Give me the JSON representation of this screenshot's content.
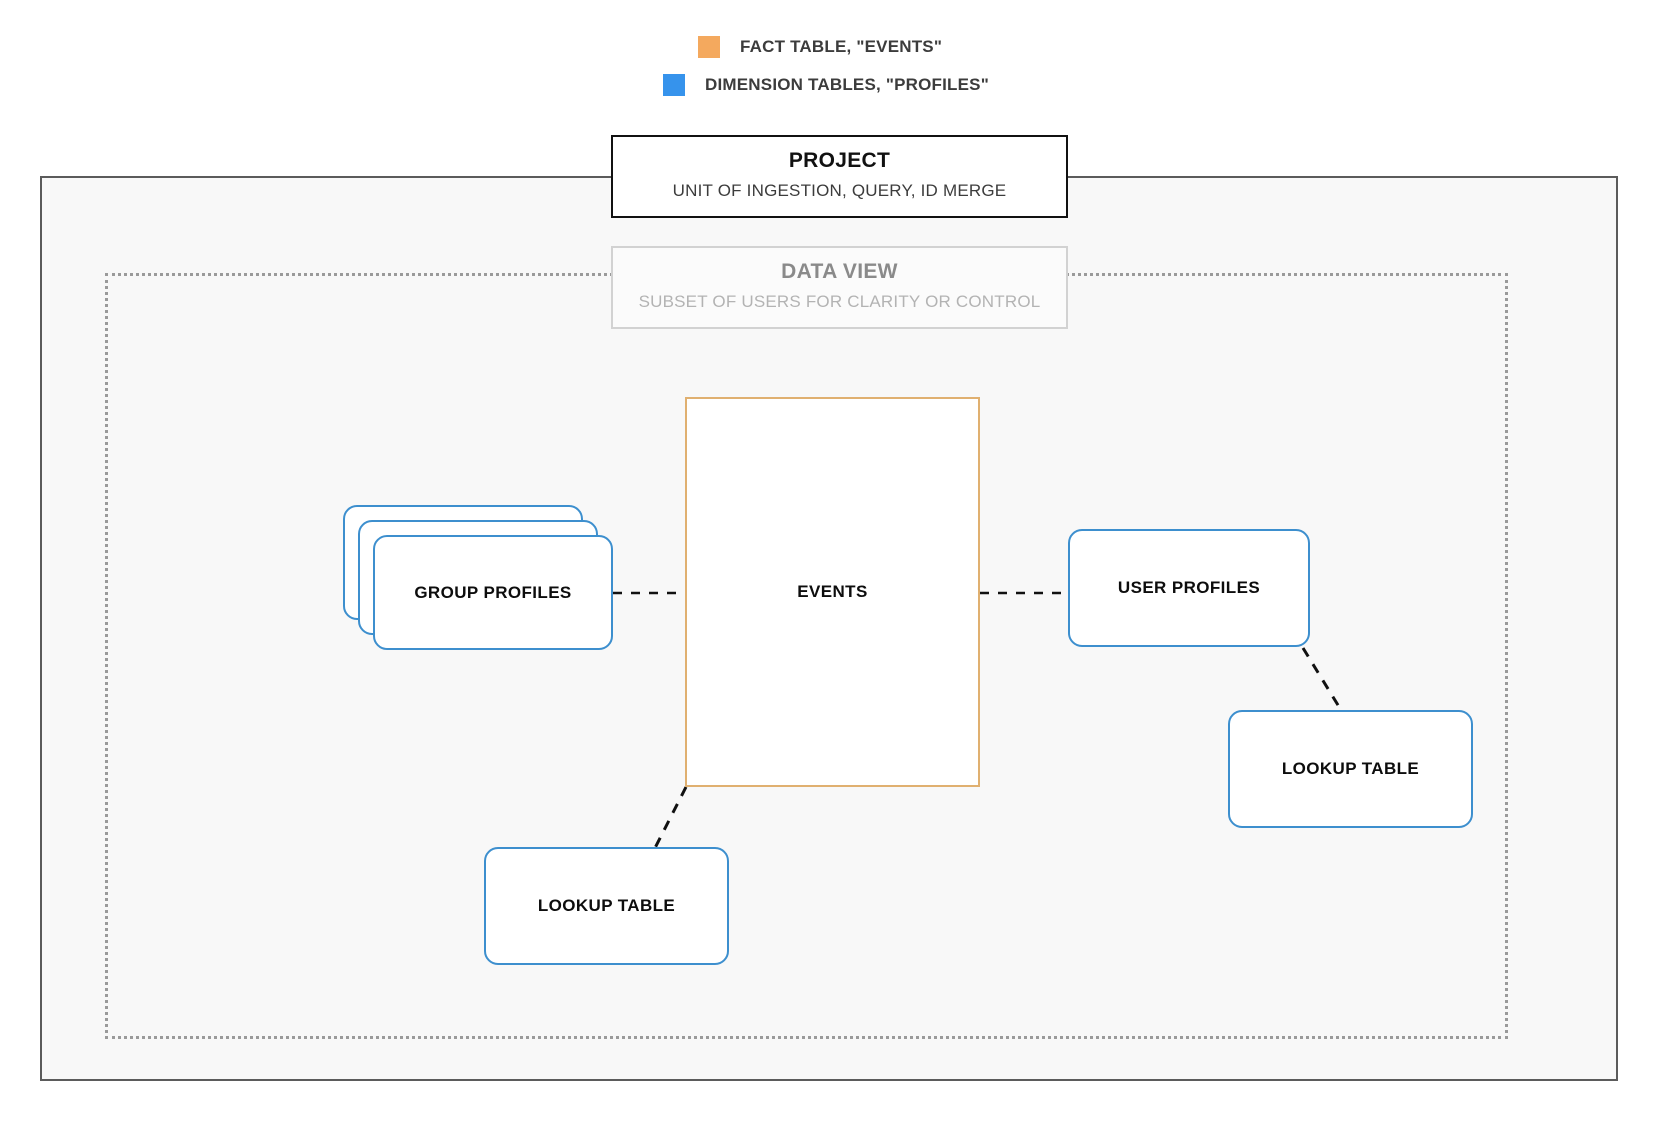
{
  "legend": {
    "items": [
      {
        "label": "FACT TABLE, \"EVENTS\"",
        "color": "#f4a95e",
        "icon": "legend-swatch-icon"
      },
      {
        "label": "DIMENSION TABLES, \"PROFILES\"",
        "color": "#3693ec",
        "icon": "legend-swatch-icon"
      }
    ]
  },
  "project": {
    "title": "PROJECT",
    "subtitle": "UNIT OF INGESTION, QUERY, ID MERGE",
    "border_color": "#111111"
  },
  "data_view": {
    "title": "DATA VIEW",
    "subtitle": "SUBSET OF USERS FOR CLARITY OR CONTROL",
    "border_color": "#d2d2d2"
  },
  "nodes": {
    "group_profiles": {
      "label": "GROUP PROFILES",
      "color": "#3d8fce",
      "stacked": "3"
    },
    "events": {
      "label": "EVENTS",
      "color": "#e0b070"
    },
    "user_profiles": {
      "label": "USER PROFILES",
      "color": "#3d8fce"
    },
    "lookup_table_left": {
      "label": "LOOKUP TABLE",
      "color": "#3d8fce"
    },
    "lookup_table_right": {
      "label": "LOOKUP TABLE",
      "color": "#3d8fce"
    }
  },
  "connectors": [
    {
      "name": "group-profiles-to-events",
      "style": "dashed",
      "color": "#111111"
    },
    {
      "name": "events-to-user-profiles",
      "style": "dashed",
      "color": "#111111"
    },
    {
      "name": "events-to-lookup-table-left",
      "style": "dashed",
      "color": "#111111"
    },
    {
      "name": "user-profiles-to-lookup-table-right",
      "style": "dashed",
      "color": "#111111"
    }
  ],
  "canvas": {
    "background": "#ffffff",
    "project_fill": "#f8f8f8"
  }
}
